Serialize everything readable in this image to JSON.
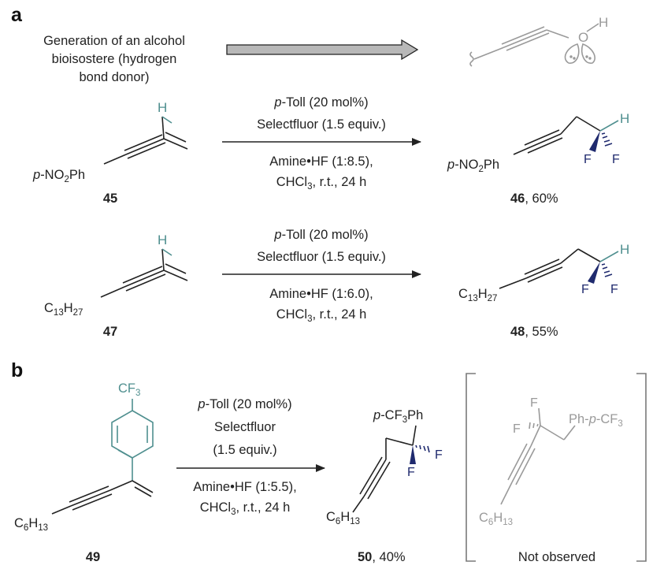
{
  "panel_a": {
    "label": "a",
    "intro_line1": "Generation of an alcohol",
    "intro_line2": "bioisostere (hydrogen",
    "intro_line3": "bond donor)",
    "oh_o": "O",
    "oh_h": "H",
    "reaction1": {
      "cond1_pre": "p",
      "cond1_post": "-Toll (20 mol%)",
      "cond2": "Selectfluor (1.5 equiv.)",
      "cond3": "Amine•HF (1:8.5),",
      "cond4_pre": "CHCl",
      "cond4_sub": "3",
      "cond4_post": ", r.t., 24 h",
      "sm_label": "p-NO2Ph",
      "sm_h": "H",
      "sm_number": "45",
      "prod_label": "p-NO2Ph",
      "prod_h": "H",
      "prod_f1": "F",
      "prod_f2": "F",
      "prod_number": "46",
      "prod_yield": ", 60%"
    },
    "reaction2": {
      "cond1_pre": "p",
      "cond1_post": "-Toll (20 mol%)",
      "cond2": "Selectfluor (1.5 equiv.)",
      "cond3": "Amine•HF (1:6.0),",
      "cond4_pre": "CHCl",
      "cond4_sub": "3",
      "cond4_post": ", r.t., 24 h",
      "sm_label_pre": "C",
      "sm_label_sub1": "13",
      "sm_label_mid": "H",
      "sm_label_sub2": "27",
      "sm_h": "H",
      "sm_number": "47",
      "prod_label_pre": "C",
      "prod_label_sub1": "13",
      "prod_label_mid": "H",
      "prod_label_sub2": "27",
      "prod_h": "H",
      "prod_f1": "F",
      "prod_f2": "F",
      "prod_number": "48",
      "prod_yield": ", 55%"
    }
  },
  "panel_b": {
    "label": "b",
    "cf3_pre": "CF",
    "cf3_sub": "3",
    "sm_chain_pre": "C",
    "sm_chain_sub1": "6",
    "sm_chain_mid": "H",
    "sm_chain_sub2": "13",
    "sm_number": "49",
    "cond1_pre": "p",
    "cond1_post": "-Toll (20 mol%)",
    "cond2": "Selectfluor",
    "cond3": "(1.5 equiv.)",
    "cond4": "Amine•HF (1:5.5),",
    "cond5_pre": "CHCl",
    "cond5_sub": "3",
    "cond5_post": ", r.t., 24 h",
    "prod_top_pre": "p",
    "prod_top_mid": "-CF",
    "prod_top_sub": "3",
    "prod_top_post": "Ph",
    "prod_f1": "F",
    "prod_f2": "F",
    "prod_chain_pre": "C",
    "prod_chain_sub1": "6",
    "prod_chain_mid": "H",
    "prod_chain_sub2": "13",
    "prod_number": "50",
    "prod_yield": ", 40%",
    "alt_f1": "F",
    "alt_f2": "F",
    "alt_ph_pre": "Ph-",
    "alt_ph_p": "p",
    "alt_ph_mid": "-CF",
    "alt_ph_sub": "3",
    "alt_chain_pre": "C",
    "alt_chain_sub1": "6",
    "alt_chain_mid": "H",
    "alt_chain_sub2": "13",
    "alt_caption": "Not observed"
  },
  "colors": {
    "ink": "#222222",
    "teal": "#4f8f8f",
    "navy": "#1f2a6e",
    "grey": "#9a9a9a",
    "arrow_fill": "#b8b8b8"
  }
}
